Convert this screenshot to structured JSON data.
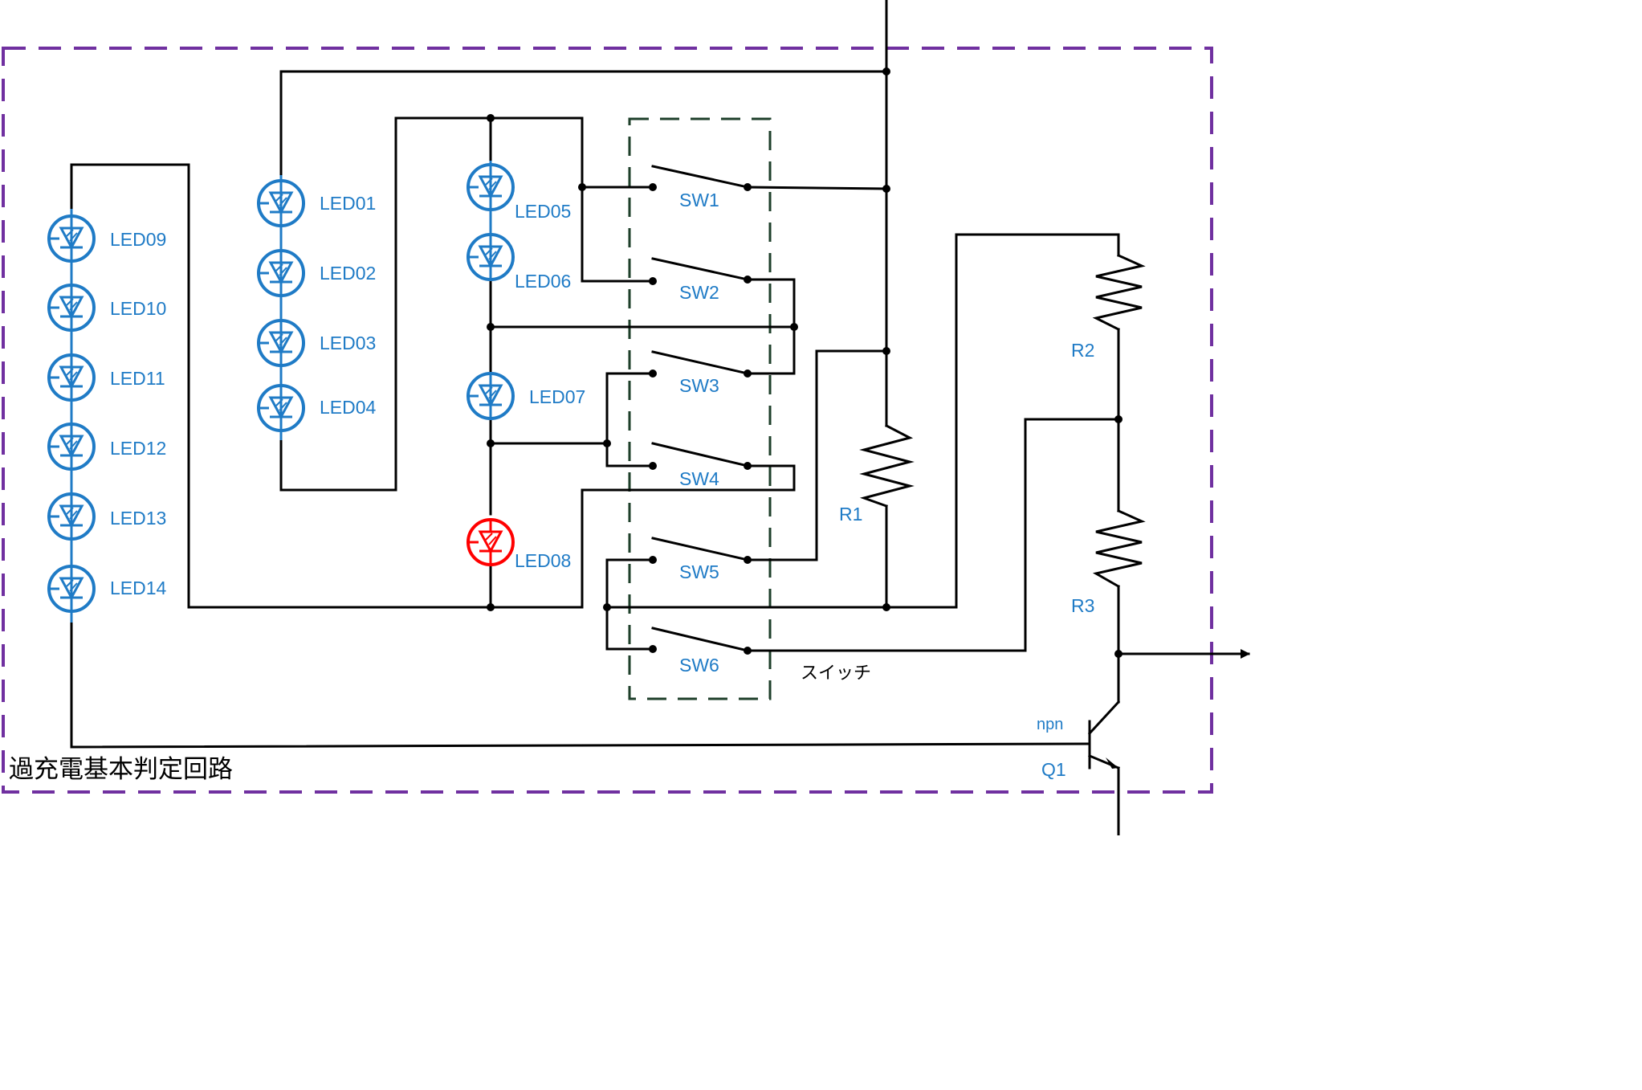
{
  "title": "過充電基本判定回路",
  "switch_group_label": "スイッチ",
  "colors": {
    "led_normal": "#1f7bc6",
    "led_highlight": "#ff0000",
    "wire": "#000000",
    "outer_border": "#7030a0",
    "switch_border": "#1e3f2a"
  },
  "leds": [
    {
      "label": "LED01",
      "color": "blue"
    },
    {
      "label": "LED02",
      "color": "blue"
    },
    {
      "label": "LED03",
      "color": "blue"
    },
    {
      "label": "LED04",
      "color": "blue"
    },
    {
      "label": "LED05",
      "color": "blue"
    },
    {
      "label": "LED06",
      "color": "blue"
    },
    {
      "label": "LED07",
      "color": "blue"
    },
    {
      "label": "LED08",
      "color": "red"
    },
    {
      "label": "LED09",
      "color": "blue"
    },
    {
      "label": "LED10",
      "color": "blue"
    },
    {
      "label": "LED11",
      "color": "blue"
    },
    {
      "label": "LED12",
      "color": "blue"
    },
    {
      "label": "LED13",
      "color": "blue"
    },
    {
      "label": "LED14",
      "color": "blue"
    }
  ],
  "switches": [
    "SW1",
    "SW2",
    "SW3",
    "SW4",
    "SW5",
    "SW6"
  ],
  "resistors": [
    "R1",
    "R2",
    "R3"
  ],
  "transistor": {
    "type": "npn",
    "label": "Q1"
  }
}
